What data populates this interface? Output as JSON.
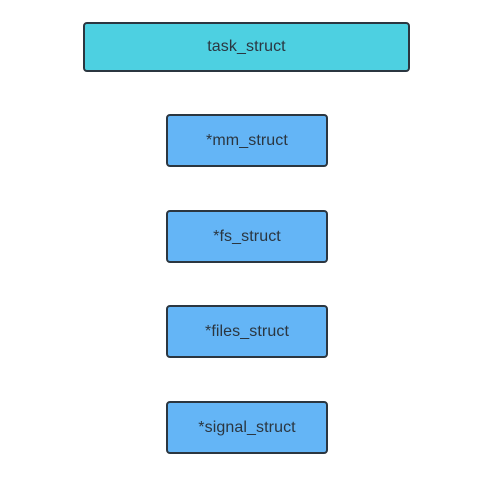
{
  "diagram": {
    "root": {
      "label": "task_struct"
    },
    "fields": [
      {
        "label": "*mm_struct"
      },
      {
        "label": "*fs_struct"
      },
      {
        "label": "*files_struct"
      },
      {
        "label": "*signal_struct"
      }
    ]
  },
  "colors": {
    "root_fill": "#4dd0e1",
    "field_fill": "#64b5f6",
    "border": "#2b3640",
    "text": "#2b3640",
    "background": "#ffffff"
  }
}
